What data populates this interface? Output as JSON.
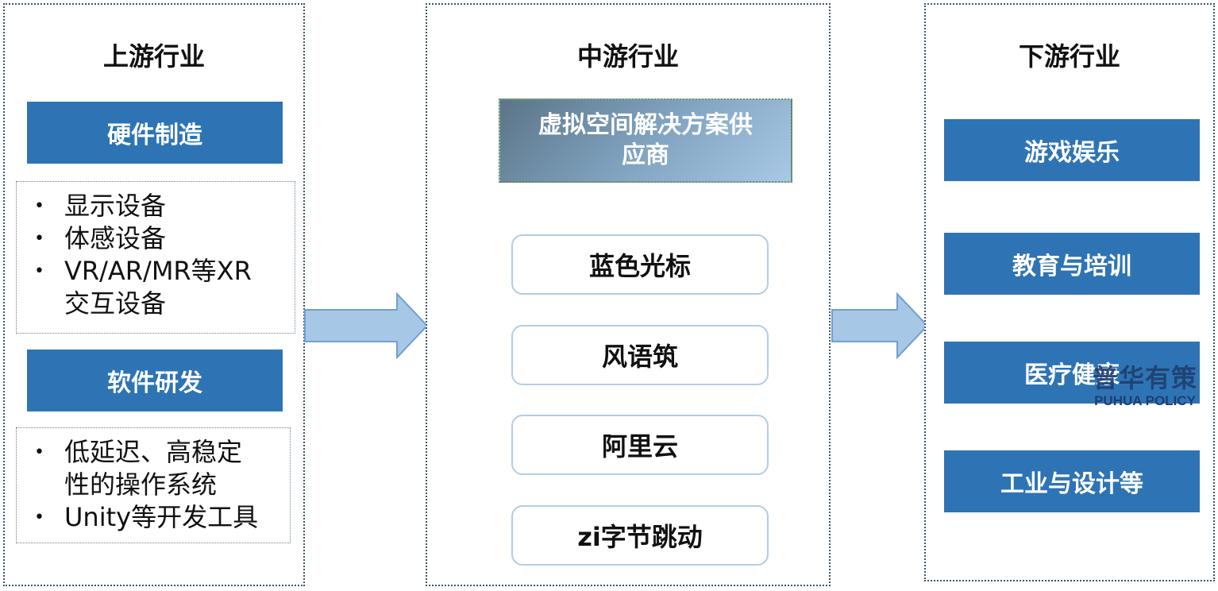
{
  "upstream": {
    "title": "上游行业",
    "hardware": {
      "label": "硬件制造",
      "items": [
        "显示设备",
        "体感设备",
        "VR/AR/MR等XR",
        "交互设备"
      ]
    },
    "software": {
      "label": "软件研发",
      "items": [
        "低延迟、高稳定",
        "性的操作系统",
        "Unity等开发工具"
      ]
    }
  },
  "midstream": {
    "title": "中游行业",
    "solution": {
      "line1": "虚拟空间解决方案供",
      "line2": "应商"
    },
    "companies": [
      "蓝色光标",
      "风语筑",
      "阿里云",
      "zi字节跳动"
    ]
  },
  "downstream": {
    "title": "下游行业",
    "items": [
      "游戏娱乐",
      "教育与培训",
      "医疗健康",
      "工业与设计等"
    ]
  },
  "watermark": {
    "cn": "普华有策",
    "en": "PUHUA POLICY"
  },
  "colors": {
    "box_blue": "#2e74b5",
    "arrow_fill": "#a7c7e7",
    "arrow_stroke": "#6fa0cf",
    "round_border": "#b3cde4"
  }
}
